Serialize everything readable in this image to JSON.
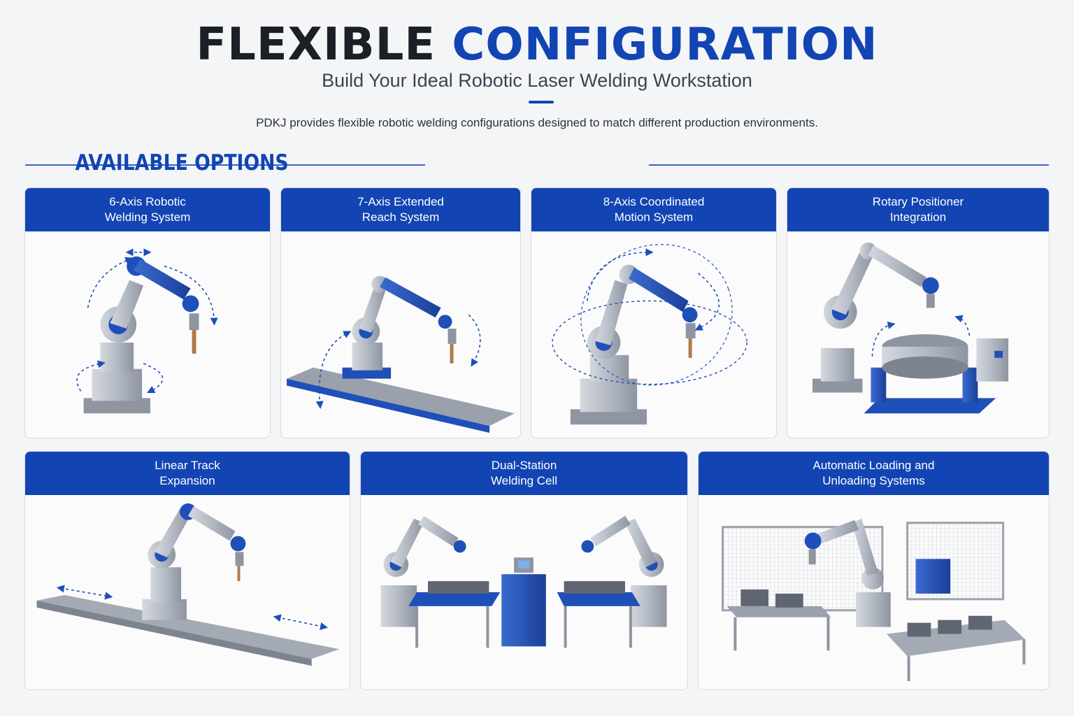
{
  "header": {
    "title_part1": "FLEXIBLE",
    "title_part2": "CONFIGURATION",
    "subtitle": "Build Your Ideal Robotic Laser Welding Workstation",
    "intro": "PDKJ provides flexible robotic welding configurations designed to match different production environments."
  },
  "section": {
    "title": "AVAILABLE OPTIONS"
  },
  "colors": {
    "brand": "#1245b3",
    "robot_blue": "#1f4fb8",
    "robot_gray": "#b9bec7"
  },
  "cards": [
    {
      "line1": "6-Axis Robotic",
      "line2": "Welding System",
      "icon": "six-axis-robot"
    },
    {
      "line1": "7-Axis Extended",
      "line2": "Reach System",
      "icon": "seven-axis-robot-on-rail"
    },
    {
      "line1": "8-Axis Coordinated",
      "line2": "Motion System",
      "icon": "eight-axis-robot"
    },
    {
      "line1": "Rotary Positioner",
      "line2": "Integration",
      "icon": "robot-with-rotary-positioner"
    },
    {
      "line1": "Linear Track",
      "line2": "Expansion",
      "icon": "robot-on-linear-track"
    },
    {
      "line1": "Dual-Station",
      "line2": "Welding Cell",
      "icon": "dual-station-cell"
    },
    {
      "line1": "Automatic Loading and",
      "line2": "Unloading Systems",
      "icon": "automatic-loading-cell"
    }
  ]
}
